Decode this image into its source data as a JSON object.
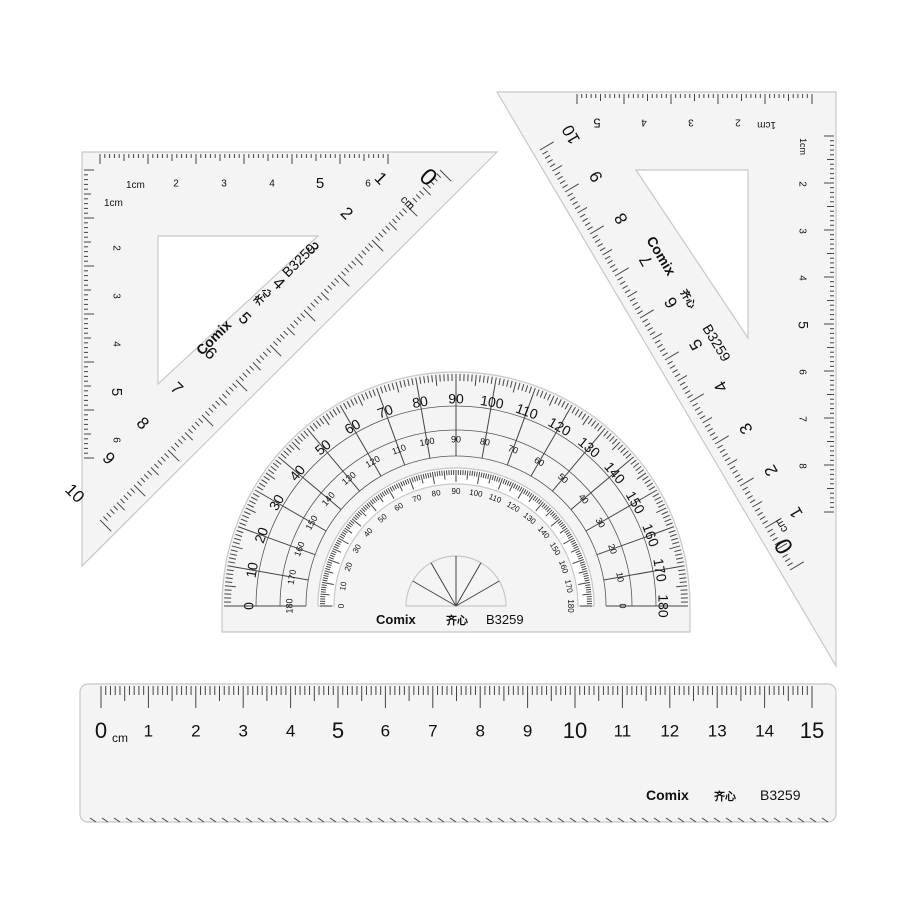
{
  "brand": {
    "name": "Comix",
    "chinese": "齐心",
    "model": "B3259"
  },
  "ruler": {
    "unit": "cm",
    "labels": [
      "0",
      "1",
      "2",
      "3",
      "4",
      "5",
      "6",
      "7",
      "8",
      "9",
      "10",
      "11",
      "12",
      "13",
      "14",
      "15"
    ]
  },
  "triangle_left": {
    "top_unit": "1cm",
    "top_labels": [
      "2",
      "3",
      "4",
      "5",
      "6"
    ],
    "side_unit": "1cm",
    "side_labels": [
      "2",
      "3",
      "4",
      "5",
      "6"
    ],
    "hyp_zero": "0",
    "hyp_unit": "cm",
    "hyp_labels": [
      "1",
      "2",
      "3",
      "4",
      "5",
      "6",
      "7",
      "8",
      "9",
      "10"
    ]
  },
  "triangle_right": {
    "top_unit": "1cm",
    "top_labels": [
      "2",
      "3",
      "4",
      "5"
    ],
    "side_unit": "1cm",
    "side_labels": [
      "2",
      "3",
      "4",
      "5",
      "6",
      "7",
      "8"
    ],
    "hyp_zero": "0",
    "hyp_unit": "cm",
    "hyp_labels": [
      "1",
      "2",
      "3",
      "4",
      "5",
      "6",
      "7",
      "8",
      "9",
      "10"
    ]
  },
  "protractor": {
    "outer_labels": [
      "0",
      "10",
      "20",
      "30",
      "40",
      "50",
      "60",
      "70",
      "80",
      "90",
      "100",
      "110",
      "120",
      "130",
      "140",
      "150",
      "160",
      "170",
      "180"
    ],
    "inner_labels": [
      "180",
      "170",
      "160",
      "150",
      "140",
      "130",
      "120",
      "110",
      "100",
      "90",
      "80",
      "70",
      "60",
      "50",
      "40",
      "30",
      "20",
      "10",
      "0"
    ],
    "inner_ring_labels": [
      "0",
      "10",
      "20",
      "30",
      "40",
      "50",
      "60",
      "70",
      "80",
      "90",
      "100",
      "110",
      "120",
      "130",
      "140",
      "150",
      "160",
      "170",
      "180"
    ]
  }
}
